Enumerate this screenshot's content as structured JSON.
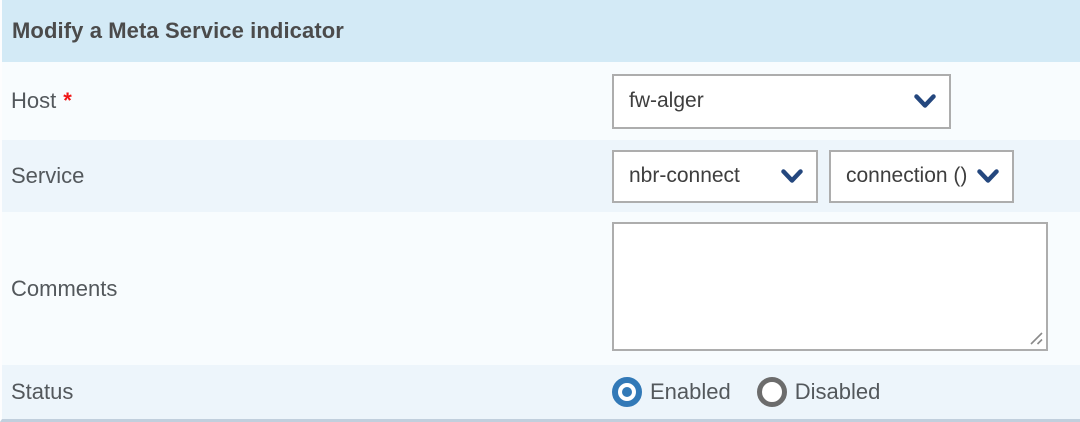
{
  "form": {
    "title": "Modify a Meta Service indicator",
    "required_marker": "*",
    "host": {
      "label": "Host",
      "required": true,
      "value": "fw-alger"
    },
    "service": {
      "label": "Service",
      "service_value": "nbr-connect",
      "metric_value": "connection ()"
    },
    "comments": {
      "label": "Comments",
      "value": "",
      "placeholder": ""
    },
    "status": {
      "label": "Status",
      "selected": "Enabled",
      "options": [
        {
          "label": "Enabled",
          "selected": true
        },
        {
          "label": "Disabled",
          "selected": false
        }
      ]
    }
  },
  "theme": {
    "header_bg": "#d3eaf6",
    "row_light_bg": "#f8fcfe",
    "row_alt_bg": "#edf5fb",
    "bottom_border": "#c1cfdd",
    "title_text": "#4b4b4b",
    "label_text": "#53585c",
    "control_border": "#adadad",
    "control_text": "#3e3e3e",
    "chevron_blue": "#24477e",
    "accent_blue": "#3279b7",
    "radio_off": "#6c6c6c",
    "required_red": "#f01515"
  }
}
